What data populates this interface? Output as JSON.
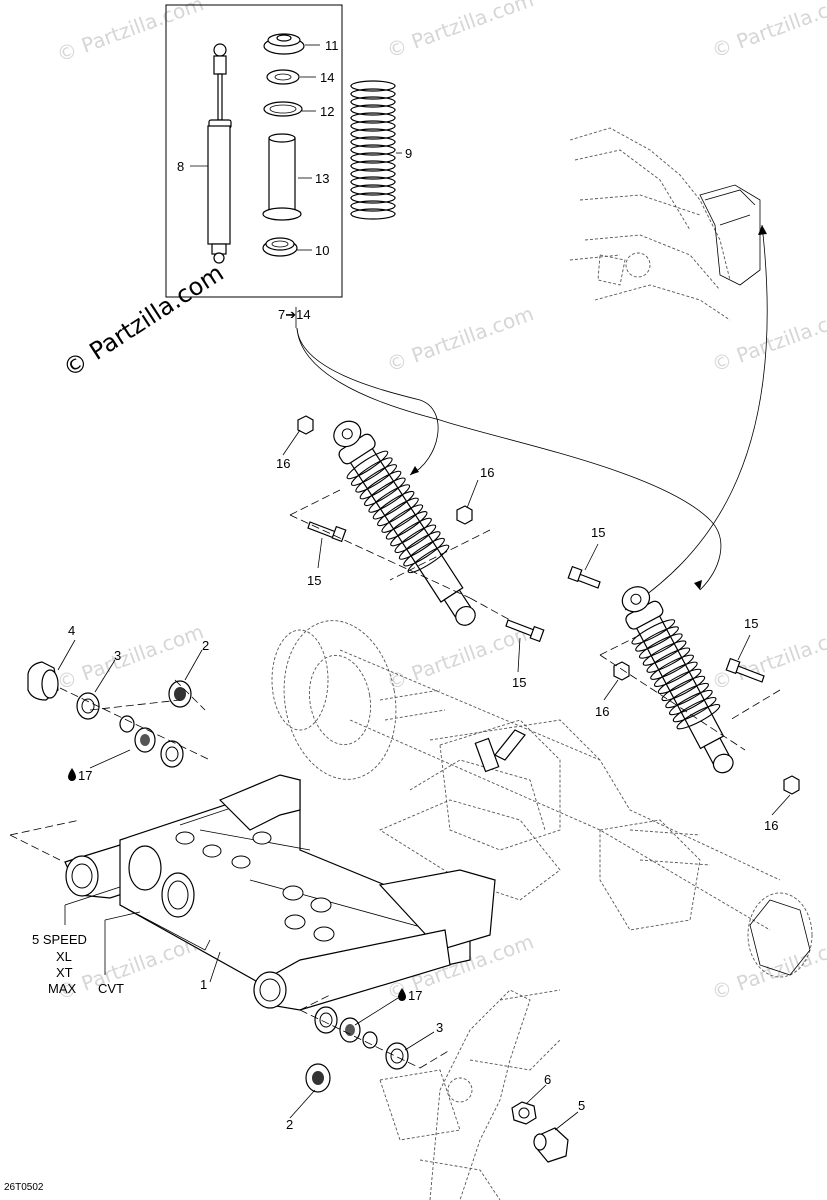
{
  "watermarks": [
    "© Partzilla.com"
  ],
  "main_watermark": "© Partzilla.com",
  "callouts": {
    "n1": "1",
    "n2": "2",
    "n3": "3",
    "n4": "4",
    "n5": "5",
    "n6": "6",
    "n8": "8",
    "n9": "9",
    "n10": "10",
    "n11": "11",
    "n12": "12",
    "n13": "13",
    "n14": "14",
    "n15": "15",
    "n16": "16",
    "n17": "17",
    "kit_range": "7➔14"
  },
  "variants": {
    "five_speed": "5 SPEED",
    "xl": "XL",
    "xt": "XT",
    "max": "MAX",
    "cvt": "CVT"
  },
  "diagram_ref": "26T0502",
  "lube_icon": "oil-drop-icon"
}
